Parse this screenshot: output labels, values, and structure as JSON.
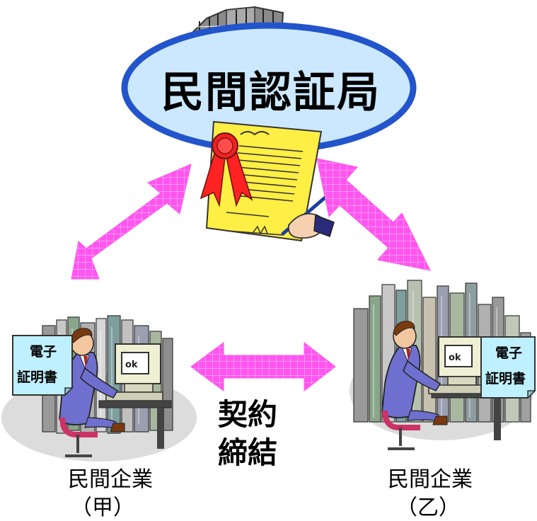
{
  "authority": {
    "title": "民間認証局"
  },
  "contract": {
    "line1": "契約",
    "line2": "締結"
  },
  "companies": [
    {
      "name": "民間企業",
      "label": "（甲）"
    },
    {
      "name": "民間企業",
      "label": "（乙）"
    }
  ],
  "certificate_note": {
    "line1": "電子",
    "line2": "証明書"
  },
  "monitor_text": "ok",
  "colors": {
    "arrow": "#ff55ee",
    "ellipse_fill": "#cce8ff",
    "ellipse_stroke": "#2255cc",
    "certificate_doc": "#ffee44",
    "note_fill": "#bff0ff",
    "suit": "#6f6fcf"
  }
}
